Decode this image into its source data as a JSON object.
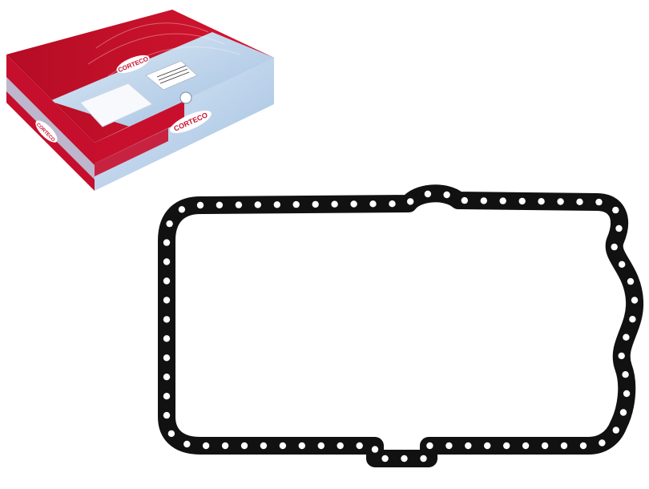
{
  "box": {
    "brand_lid": "CORTECO",
    "brand_front": "CORTECO",
    "brand_side": "CORTECO",
    "colors": {
      "red": "#c8102e",
      "blue": "#bcd3ea",
      "white": "#ffffff"
    }
  },
  "gasket": {
    "color": "#111111",
    "hole_color": "#ffffff"
  }
}
